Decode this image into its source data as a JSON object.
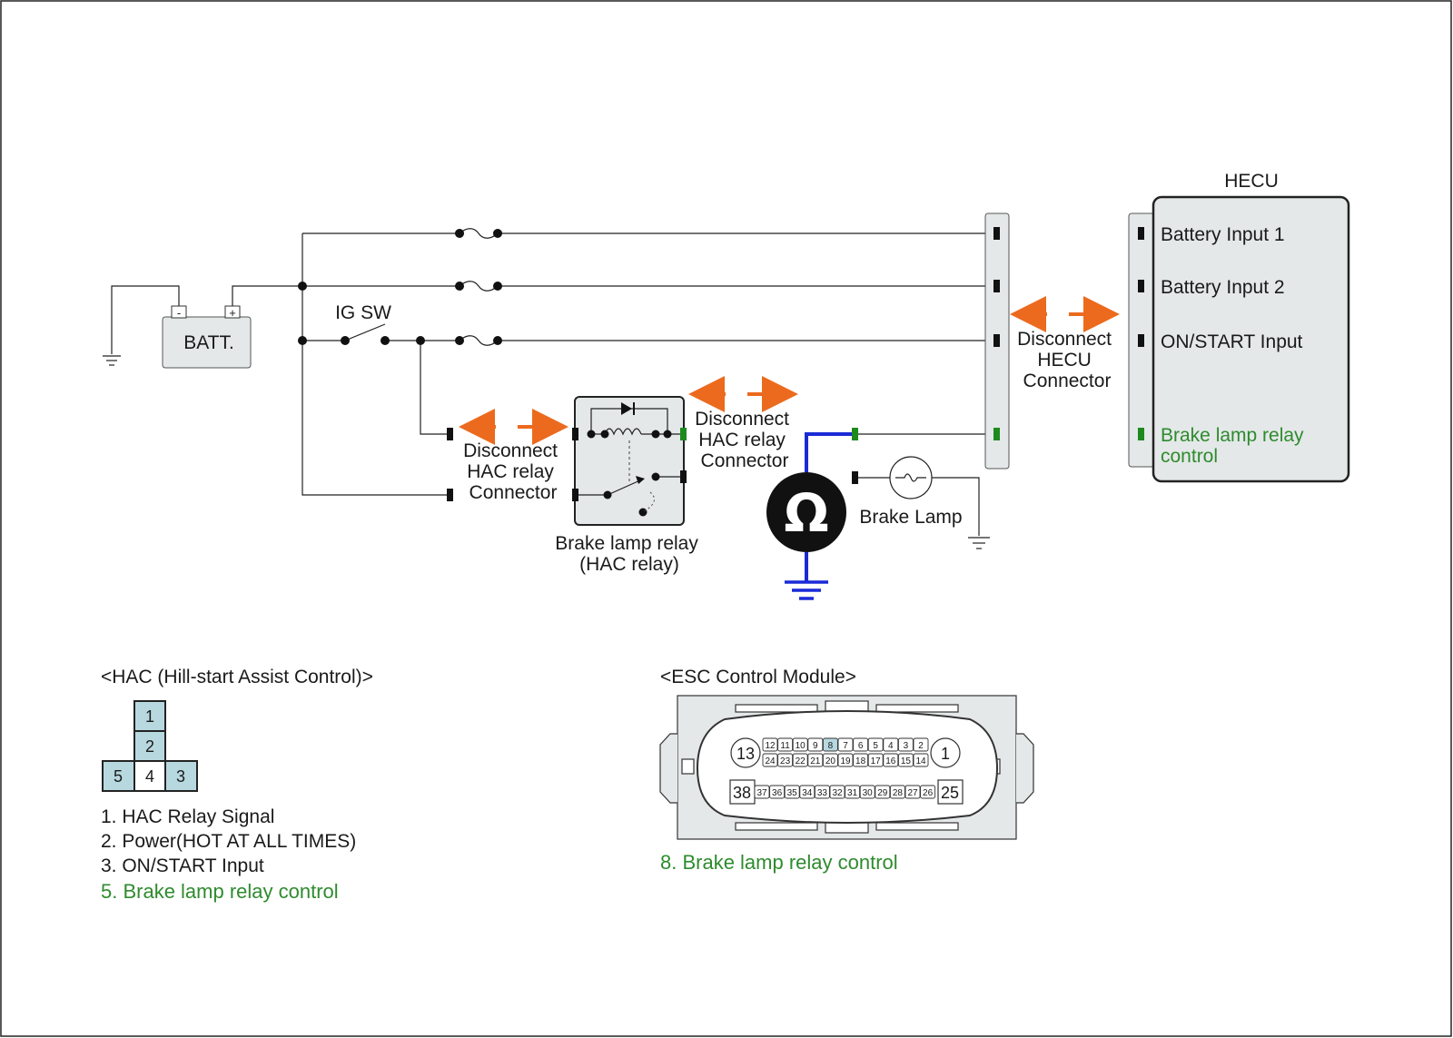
{
  "batt_label": "BATT.",
  "batt_minus": "-",
  "batt_plus": "+",
  "ig_sw_label": "IG SW",
  "relay_connector_label": [
    "Disconnect",
    "HAC relay",
    "Connector"
  ],
  "relay_connector_label_2": [
    "Disconnect",
    "HAC relay",
    "Connector"
  ],
  "relay_label": [
    "Brake lamp relay",
    "(HAC relay)"
  ],
  "hecu_connector_label": [
    "Disconnect",
    "HECU",
    "Connector"
  ],
  "brake_lamp_label": "Brake Lamp",
  "ohmmeter_symbol": "Ω",
  "hecu": {
    "title": "HECU",
    "pins": [
      {
        "label": [
          "Battery Input 1"
        ],
        "highlight": false
      },
      {
        "label": [
          "Battery Input 2"
        ],
        "highlight": false
      },
      {
        "label": [
          "ON/START Input"
        ],
        "highlight": false
      },
      {
        "label": [
          "Brake lamp relay",
          "control"
        ],
        "highlight": true
      }
    ]
  },
  "hac_connector": {
    "title": "<HAC (Hill-start Assist Control)>",
    "cells": [
      "1",
      "2",
      "5",
      "4",
      "3"
    ],
    "legend": [
      {
        "text": "1. HAC Relay Signal",
        "highlight": false
      },
      {
        "text": "2. Power(HOT AT ALL TIMES)",
        "highlight": false
      },
      {
        "text": "3. ON/START Input",
        "highlight": false
      },
      {
        "text": "5. Brake lamp relay control",
        "highlight": true
      }
    ]
  },
  "esc_module": {
    "title": "<ESC Control Module>",
    "big_pins": [
      "13",
      "1",
      "38",
      "25"
    ],
    "row1": [
      "12",
      "11",
      "10",
      "9",
      "8",
      "7",
      "6",
      "5",
      "4",
      "3",
      "2"
    ],
    "row2": [
      "24",
      "23",
      "22",
      "21",
      "20",
      "19",
      "18",
      "17",
      "16",
      "15",
      "14"
    ],
    "row3": [
      "37",
      "36",
      "35",
      "34",
      "33",
      "32",
      "31",
      "30",
      "29",
      "28",
      "27",
      "26"
    ],
    "highlight_pin": "8",
    "legend": "8. Brake lamp relay control"
  },
  "colors": {
    "highlight_text": "#2e8b2e",
    "arrow": "#ec6a1e",
    "meter_wire": "#1a2bd6",
    "connector_fill": "#b8d8e0",
    "box_fill": "#e4e8e8"
  }
}
